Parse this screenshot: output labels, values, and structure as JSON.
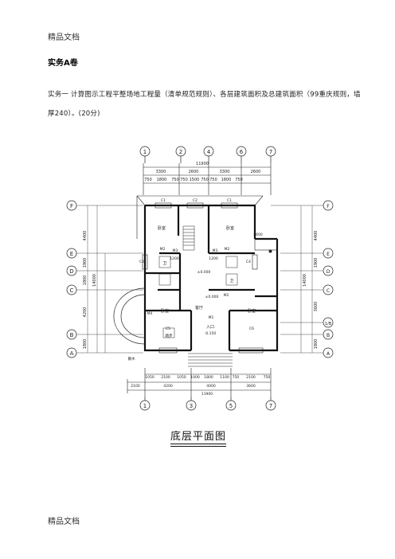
{
  "header": "精品文档",
  "footer": "精品文档",
  "exam_title": "实务A卷",
  "task_text": "实务一  计算图示工程平整场地工程量（清单规范规则）、各层建筑面积及总建筑面积（99重庆规则，墙厚240）。(20分)",
  "plan": {
    "caption": "底层平面图",
    "axes_top": [
      "1",
      "2",
      "4",
      "6",
      "7"
    ],
    "axes_bottom": [
      "1",
      "3",
      "5",
      "7"
    ],
    "axes_left": [
      "F",
      "E",
      "D",
      "C",
      "B",
      "A"
    ],
    "axes_right": [
      "F",
      "E",
      "D",
      "C",
      "1/B",
      "B",
      "A"
    ],
    "dims_top_total": "11900",
    "dims_top_mid": [
      "3300",
      "2600",
      "3300",
      "2600"
    ],
    "dims_top_small": [
      "750",
      "1800",
      "750",
      "750",
      "1500",
      "750",
      "750",
      "1800",
      "750"
    ],
    "dims_bottom_small": [
      "1050",
      "2100",
      "1050",
      "1000",
      "1800",
      "1100",
      "750",
      "2100",
      "750"
    ],
    "dims_bottom_mid": [
      "2100",
      "4200",
      "4000",
      "3600"
    ],
    "dims_bottom_total": "11900",
    "dims_left_outer": [
      "4400",
      "1900",
      "1800",
      "4200",
      "1800"
    ],
    "dims_left_total": "14000",
    "dims_right_outer": [
      "4400",
      "1900",
      "3600",
      "1800"
    ],
    "dims_right_total": "14000",
    "room_labels": {
      "room_nw": "卧室",
      "room_ne": "卧室",
      "room_sw": "卧室",
      "room_se": "卧室",
      "hall": "客厅",
      "bath_label": "卫",
      "entry_label": "入口"
    },
    "codes": {
      "c1a": "C1",
      "c1b": "C1",
      "c2": "C2",
      "c4a": "C4",
      "c4b": "C4",
      "c5": "C5",
      "c6": "C6",
      "m2a": "M2",
      "m2b": "M2",
      "m2c": "M2",
      "m3a": "M3",
      "m3b": "M3",
      "m4": "M4",
      "m1": "M1",
      "elev_a": "±0.000",
      "elev_b": "-0.150",
      "elev_c": "±0.000",
      "dim_2600": "2600",
      "dim_1200a": "1200",
      "dim_1200b": "1200",
      "steps_label": "踏步",
      "ramp_label": "散水"
    }
  }
}
